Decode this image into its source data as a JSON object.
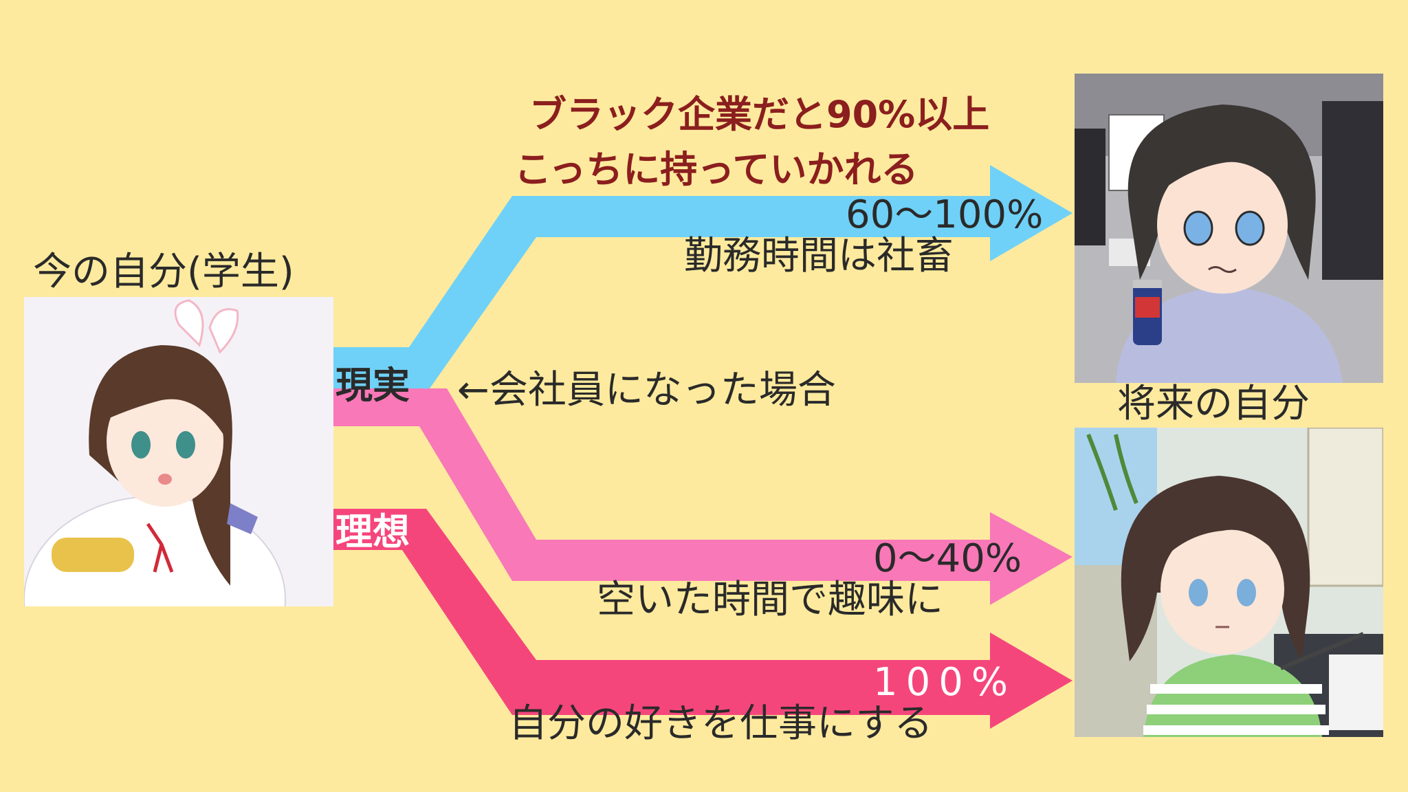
{
  "labels": {
    "current_self": "今の自分(学生)",
    "future_self": "将来の自分",
    "reality": "現実",
    "ideal": "理想",
    "company_note": "←会社員になった場合",
    "black_company_line1": "ブラック企業だと90%以上",
    "black_company_line2": "こっちに持っていかれる"
  },
  "branches": [
    {
      "percent": "60〜100%",
      "caption": "勤務時間は社畜",
      "color": "#6fd1f7"
    },
    {
      "percent": "0〜40%",
      "caption": "空いた時間で趣味に",
      "color": "#f878b8"
    },
    {
      "percent": "100%",
      "caption": "自分の好きを仕事にする",
      "color": "#f5467c"
    }
  ],
  "colors": {
    "background": "#fdea9e",
    "warning_text": "#8b1e1e",
    "text": "#2a2a2a"
  }
}
